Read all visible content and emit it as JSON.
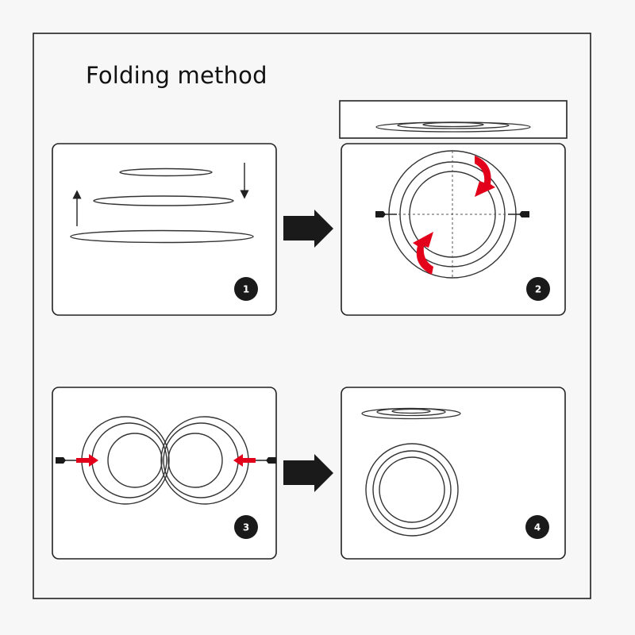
{
  "title": "Folding method",
  "steps": [
    {
      "number": "1"
    },
    {
      "number": "2"
    },
    {
      "number": "3"
    },
    {
      "number": "4"
    }
  ],
  "colors": {
    "line": "#2a2a2a",
    "arrow_red": "#e3001b",
    "frame": "#222222",
    "badge": "#1a1a1a"
  }
}
